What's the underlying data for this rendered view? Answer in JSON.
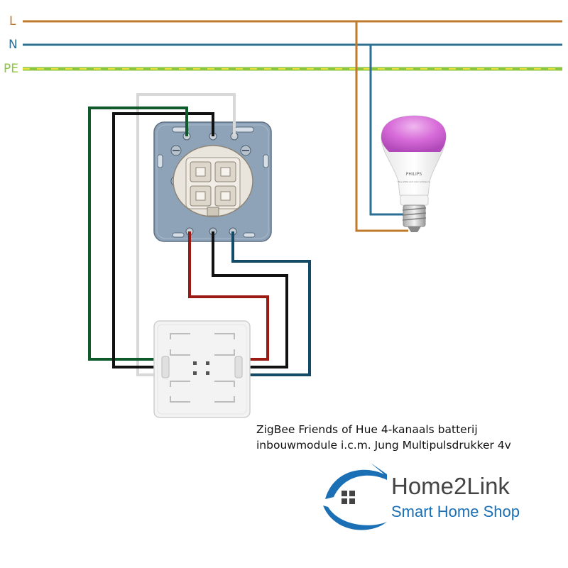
{
  "rails": {
    "l_label": "L",
    "n_label": "N",
    "pe_label": "PE"
  },
  "colors": {
    "line": "#c07a2b",
    "neutral": "#2b6f93",
    "earth_green": "#8cc63f",
    "earth_yellow": "#e8e23a",
    "wire_green": "#0f5a2a",
    "wire_black": "#111111",
    "wire_red": "#9b1b14",
    "wire_blue": "#134b66",
    "wire_white": "#d8d8d8",
    "bulb_glow": "#d66ad8",
    "brand_blue": "#1a6fb5"
  },
  "bulb": {
    "brand_text": "PHILIPS",
    "sub_text": "Hue white and color ambiance"
  },
  "caption": {
    "line1": "ZigBee Friends of Hue 4-kanaals batterij",
    "line2": "inbouwmodule i.c.m. Jung Multipulsdrukker 4v"
  },
  "brand": {
    "name": "Home2Link",
    "tagline": "Smart Home Shop",
    "icon": "house-logo-icon"
  },
  "module": {
    "icons": [
      "wire-terminal-icon"
    ]
  }
}
